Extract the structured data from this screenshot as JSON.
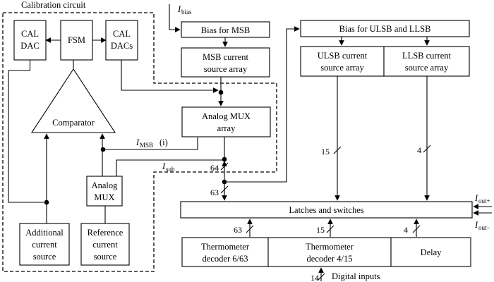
{
  "calibration": {
    "title": "Calibration circuit",
    "cal_dac": [
      "CAL",
      "DAC"
    ],
    "fsm": "FSM",
    "cal_dacs": [
      "CAL",
      "DACs"
    ],
    "comparator": "Comparator",
    "analog_mux": [
      "Analog",
      "MUX"
    ],
    "additional_source": [
      "Additional",
      "current",
      "source"
    ],
    "reference_source": [
      "Reference",
      "current",
      "source"
    ]
  },
  "signals": {
    "i_bias": "I",
    "i_bias_sub": "bias",
    "i_msb": "I",
    "i_msb_sub": "MSB",
    "i_msb_suffix": "(i)",
    "i_sub": "I",
    "i_sub_sub": "sub",
    "i_out_plus": "I",
    "i_out_plus_sub": "out+",
    "i_out_minus": "I",
    "i_out_minus_sub": "out−"
  },
  "blocks": {
    "bias_msb": "Bias for MSB",
    "msb_array": [
      "MSB current",
      "source array"
    ],
    "analog_mux_array": [
      "Analog MUX",
      "array"
    ],
    "bias_ulsb_llsb": "Bias for ULSB and LLSB",
    "ulsb_array": [
      "ULSB current",
      "source array"
    ],
    "llsb_array": [
      "LLSB current",
      "source array"
    ],
    "latches": "Latches and switches",
    "thermo_6_63": [
      "Thermometer",
      "decoder 6/63"
    ],
    "thermo_4_15": [
      "Thermometer",
      "decoder 4/15"
    ],
    "delay": "Delay",
    "digital_inputs": "Digital inputs"
  },
  "bus_widths": {
    "mux_in": "64",
    "msb_to_latch": "63",
    "ulsb_to_latch": "15",
    "llsb_to_latch": "4",
    "dec63": "63",
    "dec15": "15",
    "delay": "4",
    "inputs": "14"
  }
}
